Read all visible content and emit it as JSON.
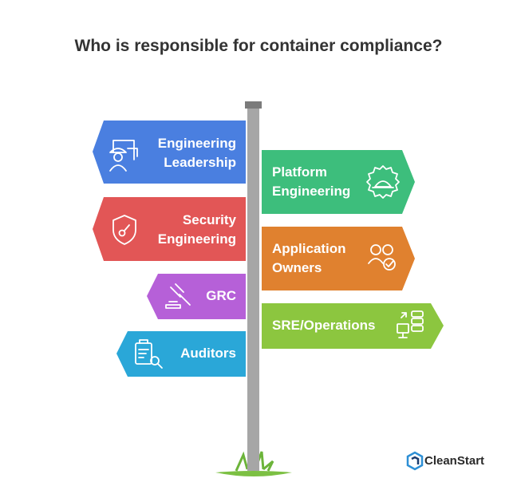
{
  "title": "Who is responsible for container compliance?",
  "signs": {
    "engineering_leadership": {
      "label": "Engineering\nLeadership",
      "color": "#4a7fe0",
      "icon": "engineer-icon"
    },
    "security_engineering": {
      "label": "Security\nEngineering",
      "color": "#e25656",
      "icon": "shield-icon"
    },
    "grc": {
      "label": "GRC",
      "color": "#b660d8",
      "icon": "gavel-icon"
    },
    "auditors": {
      "label": "Auditors",
      "color": "#2aa7d8",
      "icon": "clipboard-search-icon"
    },
    "platform_engineering": {
      "label": "Platform\nEngineering",
      "color": "#3dbe7c",
      "icon": "gear-helmet-icon"
    },
    "application_owners": {
      "label": "Application\nOwners",
      "color": "#e0812f",
      "icon": "users-check-icon"
    },
    "sre_operations": {
      "label": "SRE/Operations",
      "color": "#8cc63f",
      "icon": "server-monitor-icon"
    }
  },
  "brand": {
    "name": "CleanStart",
    "color": "#2d8fd5"
  }
}
